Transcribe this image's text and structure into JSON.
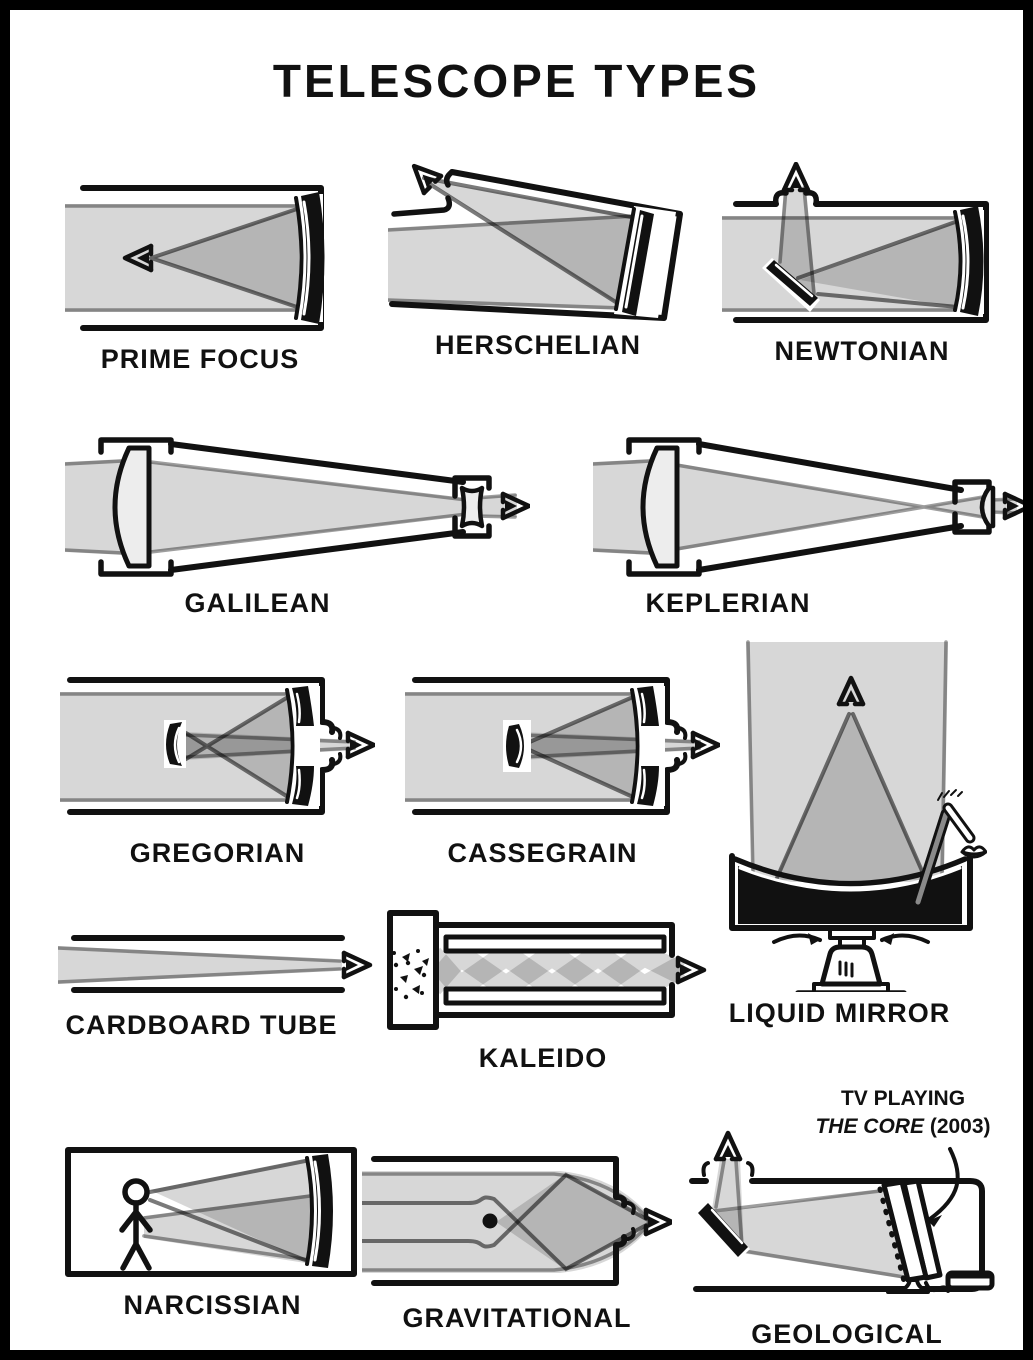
{
  "title": "TELESCOPE TYPES",
  "panels": [
    {
      "id": "prime-focus",
      "label": "PRIME FOCUS"
    },
    {
      "id": "herschelian",
      "label": "HERSCHELIAN"
    },
    {
      "id": "newtonian",
      "label": "NEWTONIAN"
    },
    {
      "id": "galilean",
      "label": "GALILEAN"
    },
    {
      "id": "keplerian",
      "label": "KEPLERIAN"
    },
    {
      "id": "gregorian",
      "label": "GREGORIAN"
    },
    {
      "id": "cassegrain",
      "label": "CASSEGRAIN"
    },
    {
      "id": "liquid-mirror",
      "label": "LIQUID MIRROR"
    },
    {
      "id": "cardboard-tube",
      "label": "CARDBOARD TUBE"
    },
    {
      "id": "kaleido",
      "label": "KALEIDO"
    },
    {
      "id": "narcissian",
      "label": "NARCISSIAN"
    },
    {
      "id": "gravitational",
      "label": "GRAVITATIONAL"
    },
    {
      "id": "geological",
      "label": "GEOLOGICAL"
    }
  ],
  "geological_annotation": {
    "line1": "TV PLAYING",
    "movie": "THE CORE",
    "year": "(2003)"
  },
  "colors": {
    "ink": "#111111",
    "paper": "#ffffff",
    "beam_light": "#d6d6d6",
    "beam_dark": "#a9a9a9"
  }
}
